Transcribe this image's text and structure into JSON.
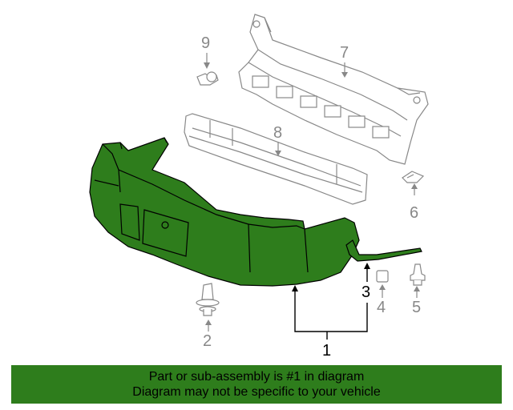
{
  "callouts": {
    "c1": "1",
    "c2": "2",
    "c3": "3",
    "c4": "4",
    "c5": "5",
    "c6": "6",
    "c7": "7",
    "c8": "8",
    "c9": "9"
  },
  "footer": {
    "line1": "Part or sub-assembly is #1 in diagram",
    "line2": "Diagram may not be specific to your vehicle"
  },
  "colors": {
    "highlight": "#2e7d1c",
    "outline": "#888888",
    "footer_bg": "#2e7d1c"
  }
}
